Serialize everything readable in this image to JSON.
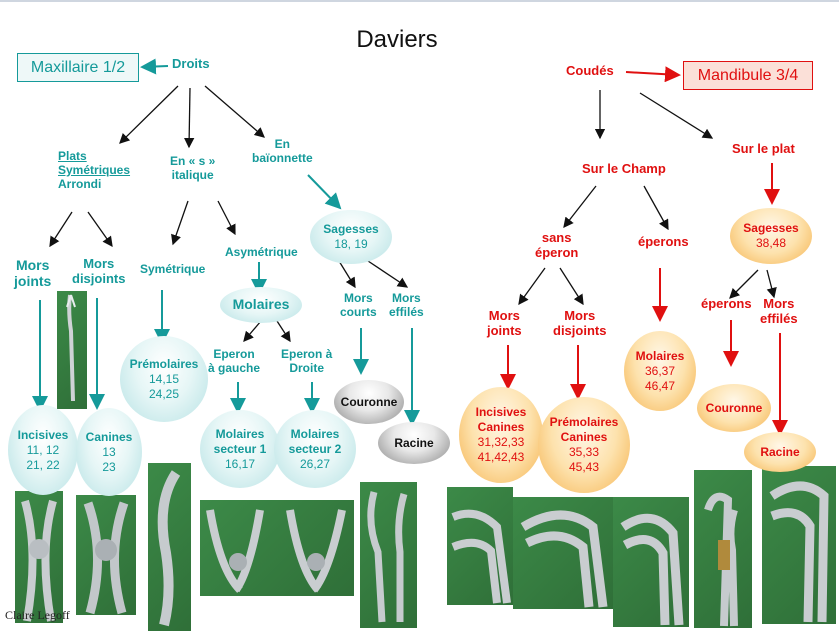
{
  "title": "Daviers",
  "maxillaire": {
    "box": "Maxillaire 1/2",
    "droits": "Droits",
    "plats": [
      "Plats",
      "Symétriques",
      "Arrondi"
    ],
    "en_s": [
      "En « s »",
      "italique"
    ],
    "baionnette": [
      "En",
      "baïonnette"
    ],
    "mors_joints": [
      "Mors",
      "joints"
    ],
    "mors_disjoints": [
      "Mors",
      "disjoints"
    ],
    "symetrique": "Symétrique",
    "asymetrique": "Asymétrique",
    "molaires": "Molaires",
    "eperon_gauche": [
      "Eperon",
      "à gauche"
    ],
    "eperon_droite": [
      "Eperon à",
      "Droite"
    ],
    "mors_courts": [
      "Mors",
      "courts"
    ],
    "mors_effiles": [
      "Mors",
      "effilés"
    ],
    "incisives": {
      "label": "Incisives",
      "l1": "11, 12",
      "l2": "21, 22"
    },
    "canines": {
      "label": "Canines",
      "l1": "13",
      "l2": "23"
    },
    "premolaires": {
      "label": "Prémolaires",
      "l1": "14,15",
      "l2": "24,25"
    },
    "molaires_s1": {
      "label1": "Molaires",
      "label2": "secteur 1",
      "l1": "16,17"
    },
    "molaires_s2": {
      "label1": "Molaires",
      "label2": "secteur 2",
      "l1": "26,27"
    },
    "sagesses": {
      "label": "Sagesses",
      "l1": "18, 19"
    },
    "couronne": "Couronne",
    "racine": "Racine"
  },
  "mandibule": {
    "box": "Mandibule 3/4",
    "coudes": "Coudés",
    "sur_champ": "Sur le Champ",
    "sur_plat": "Sur le plat",
    "sans_eperon": [
      "sans",
      "éperon"
    ],
    "eperons": "éperons",
    "mors_joints": [
      "Mors",
      "joints"
    ],
    "mors_disjoints": [
      "Mors",
      "disjoints"
    ],
    "incisives_canines": {
      "label1": "Incisives",
      "label2": "Canines",
      "l1": "31,32,33",
      "l2": "41,42,43"
    },
    "premolaires_canines": {
      "label1": "Prémolaires",
      "label2": "Canines",
      "l1": "35,33",
      "l2": "45,43"
    },
    "molaires": {
      "label": "Molaires",
      "l1": "36,37",
      "l2": "46,47"
    },
    "sagesses": {
      "label": "Sagesses",
      "l1": "38,48"
    },
    "eperons2": "éperons",
    "mors_effiles": [
      "Mors",
      "effilés"
    ],
    "couronne": "Couronne",
    "racine": "Racine"
  },
  "credit": "Claire Legoff",
  "colors": {
    "teal": "#159a9a",
    "red": "#e01010",
    "photo_green": "#347a3e"
  },
  "photos": [
    "forceps-incisor-photo",
    "forceps-canine-photo",
    "forceps-premolar-photo",
    "forceps-molar-photos",
    "forceps-bayonet-photos",
    "forceps-lower-incisor-photo",
    "forceps-lower-premolar-photo",
    "forceps-lower-molar-photo",
    "forceps-lower-crown-photo",
    "forceps-lower-root-photo"
  ]
}
